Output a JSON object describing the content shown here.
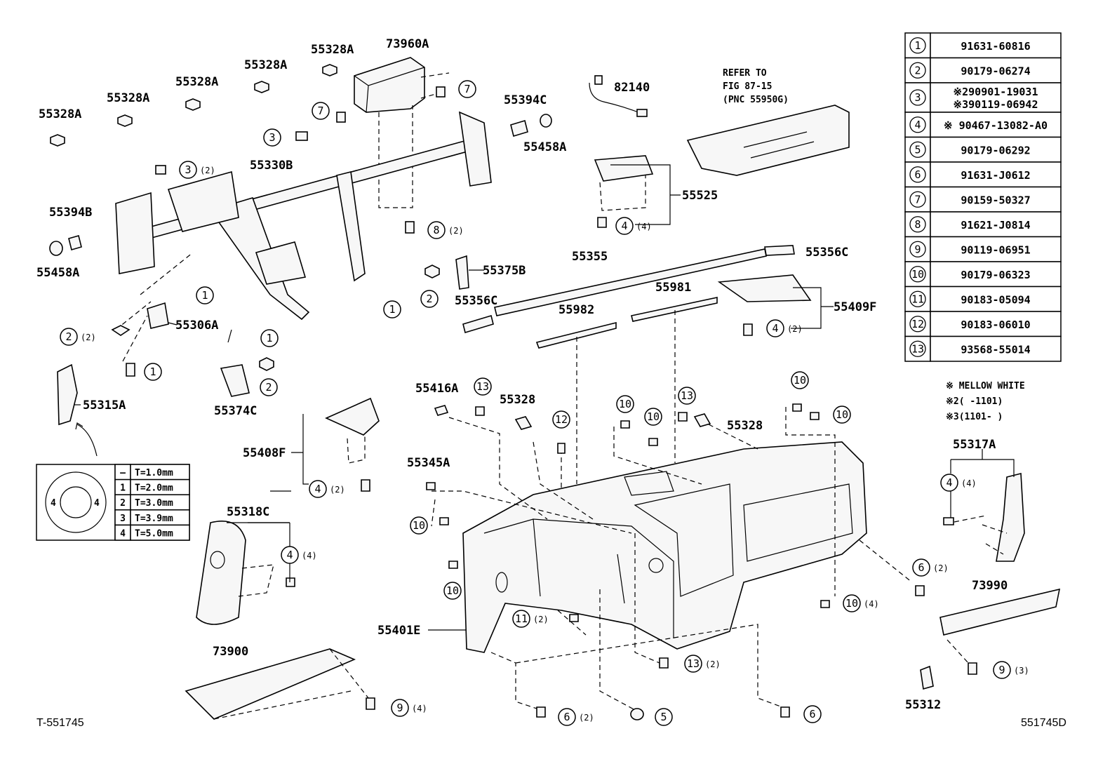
{
  "diagram": {
    "footer_left": "T-551745",
    "footer_right": "551745D",
    "labels": [
      {
        "id": "l1",
        "text": "55328A"
      },
      {
        "id": "l2",
        "text": "55328A"
      },
      {
        "id": "l3",
        "text": "55328A"
      },
      {
        "id": "l4",
        "text": "55328A"
      },
      {
        "id": "l5",
        "text": "55328A"
      },
      {
        "id": "l6",
        "text": "73960A"
      },
      {
        "id": "l7",
        "text": "82140"
      },
      {
        "id": "l8",
        "text": "55394C"
      },
      {
        "id": "l9",
        "text": "55458A"
      },
      {
        "id": "l10",
        "text": "55330B"
      },
      {
        "id": "l11",
        "text": "55394B"
      },
      {
        "id": "l12",
        "text": "55458A"
      },
      {
        "id": "l13",
        "text": "55306A"
      },
      {
        "id": "l14",
        "text": "55315A"
      },
      {
        "id": "l15",
        "text": "55374C"
      },
      {
        "id": "l16",
        "text": "55375B"
      },
      {
        "id": "l17",
        "text": "55356C"
      },
      {
        "id": "l18",
        "text": "55355"
      },
      {
        "id": "l19",
        "text": "55356C"
      },
      {
        "id": "l20",
        "text": "55525"
      },
      {
        "id": "l21",
        "text": "55981"
      },
      {
        "id": "l22",
        "text": "55982"
      },
      {
        "id": "l23",
        "text": "55409F"
      },
      {
        "id": "l24",
        "text": "55416A"
      },
      {
        "id": "l25",
        "text": "55328"
      },
      {
        "id": "l26",
        "text": "55328"
      },
      {
        "id": "l27",
        "text": "55408F"
      },
      {
        "id": "l28",
        "text": "55345A"
      },
      {
        "id": "l29",
        "text": "55318C"
      },
      {
        "id": "l30",
        "text": "55317A"
      },
      {
        "id": "l31",
        "text": "73990"
      },
      {
        "id": "l32",
        "text": "55401E"
      },
      {
        "id": "l33",
        "text": "73900"
      },
      {
        "id": "l34",
        "text": "55312"
      }
    ],
    "refer_note": [
      "REFER TO",
      "FIG 87-15",
      "(PNC 55950G)"
    ],
    "callouts": [
      {
        "id": "c1",
        "num": "7",
        "qty": ""
      },
      {
        "id": "c2",
        "num": "7",
        "qty": ""
      },
      {
        "id": "c3",
        "num": "3",
        "qty": ""
      },
      {
        "id": "c4",
        "num": "3",
        "qty": "(2)"
      },
      {
        "id": "c5",
        "num": "8",
        "qty": "(2)"
      },
      {
        "id": "c6",
        "num": "4",
        "qty": "(4)"
      },
      {
        "id": "c7",
        "num": "1",
        "qty": ""
      },
      {
        "id": "c8",
        "num": "2",
        "qty": "(2)"
      },
      {
        "id": "c9",
        "num": "1",
        "qty": ""
      },
      {
        "id": "c10",
        "num": "1",
        "qty": ""
      },
      {
        "id": "c11",
        "num": "1",
        "qty": ""
      },
      {
        "id": "c12",
        "num": "2",
        "qty": ""
      },
      {
        "id": "c13",
        "num": "2",
        "qty": ""
      },
      {
        "id": "c14",
        "num": "4",
        "qty": "(2)"
      },
      {
        "id": "c15",
        "num": "13",
        "qty": ""
      },
      {
        "id": "c16",
        "num": "12",
        "qty": ""
      },
      {
        "id": "c17",
        "num": "13",
        "qty": ""
      },
      {
        "id": "c18",
        "num": "10",
        "qty": ""
      },
      {
        "id": "c19",
        "num": "10",
        "qty": ""
      },
      {
        "id": "c20",
        "num": "10",
        "qty": ""
      },
      {
        "id": "c21",
        "num": "10",
        "qty": ""
      },
      {
        "id": "c22",
        "num": "4",
        "qty": "(2)"
      },
      {
        "id": "c23",
        "num": "10",
        "qty": ""
      },
      {
        "id": "c24",
        "num": "10",
        "qty": ""
      },
      {
        "id": "c25",
        "num": "4",
        "qty": "(4)"
      },
      {
        "id": "c26",
        "num": "4",
        "qty": "(4)"
      },
      {
        "id": "c27",
        "num": "6",
        "qty": "(2)"
      },
      {
        "id": "c28",
        "num": "10",
        "qty": "(4)"
      },
      {
        "id": "c29",
        "num": "11",
        "qty": "(2)"
      },
      {
        "id": "c30",
        "num": "13",
        "qty": "(2)"
      },
      {
        "id": "c31",
        "num": "9",
        "qty": "(3)"
      },
      {
        "id": "c32",
        "num": "9",
        "qty": "(4)"
      },
      {
        "id": "c33",
        "num": "6",
        "qty": "(2)"
      },
      {
        "id": "c34",
        "num": "5",
        "qty": ""
      },
      {
        "id": "c35",
        "num": "6",
        "qty": ""
      }
    ],
    "parts_table": [
      {
        "num": "1",
        "code": "91631-60816"
      },
      {
        "num": "2",
        "code": "90179-06274"
      },
      {
        "num": "3",
        "code": "※290901-19031",
        "code2": "※390119-06942"
      },
      {
        "num": "4",
        "code": "※ 90467-13082-A0"
      },
      {
        "num": "5",
        "code": "90179-06292"
      },
      {
        "num": "6",
        "code": "91631-J0612"
      },
      {
        "num": "7",
        "code": "90159-50327"
      },
      {
        "num": "8",
        "code": "91621-J0814"
      },
      {
        "num": "9",
        "code": "90119-06951"
      },
      {
        "num": "10",
        "code": "90179-06323"
      },
      {
        "num": "11",
        "code": "90183-05094"
      },
      {
        "num": "12",
        "code": "90183-06010"
      },
      {
        "num": "13",
        "code": "93568-55014"
      }
    ],
    "table_notes": [
      "※ MELLOW WHITE",
      "※2(    -1101)",
      "※3(1101-    )"
    ],
    "washer_table": [
      {
        "mark": "—",
        "value": "T=1.0mm"
      },
      {
        "mark": "1",
        "value": "T=2.0mm"
      },
      {
        "mark": "2",
        "value": "T=3.0mm"
      },
      {
        "mark": "3",
        "value": "T=3.9mm"
      },
      {
        "mark": "4",
        "value": "T=5.0mm"
      }
    ],
    "washer_marks": [
      "4",
      "4"
    ]
  }
}
